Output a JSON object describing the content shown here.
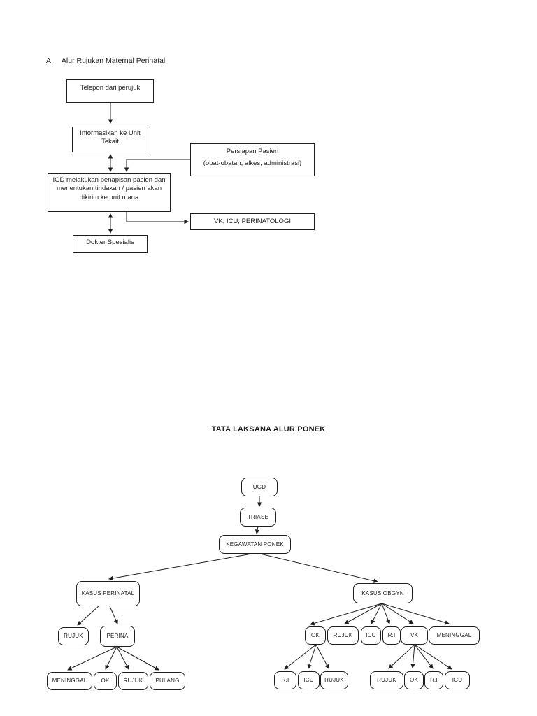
{
  "colors": {
    "page_background": "#ffffff",
    "line_and_border": "#1f1f1f",
    "text": "#1f1f1f"
  },
  "section": {
    "label": "A.",
    "title": "Alur Rujukan Maternal Perinatal"
  },
  "referral_flowchart": {
    "telepon": "Telepon dari perujuk",
    "informasikan_line1": "Informasikan ke Unit",
    "informasikan_line2": "Tekait",
    "persiapan_line1": "Persiapan Pasien",
    "persiapan_line2": "(obat-obatan, alkes, administrasi)",
    "igd_line1": "IGD melakukan penapisan pasien dan",
    "igd_line2": "menentukan tindakan / pasien akan",
    "igd_line3": "dikirim ke unit mana",
    "vk_icu": "VK, ICU, PERINATOLOGI",
    "dokter": "Dokter Spesialis"
  },
  "ponek_tree": {
    "title": "TATA LAKSANA ALUR PONEK",
    "ugd": "UGD",
    "triase": "TRIASE",
    "kegawatan": "KEGAWATAN PONEK",
    "kasus_perinatal": "KASUS PERINATAL",
    "perinatal_children": [
      "RUJUK",
      "PERINA"
    ],
    "perina_children": [
      "MENINGGAL",
      "OK",
      "RUJUK",
      "PULANG"
    ],
    "kasus_obgyn": "KASUS OBGYN",
    "obgyn_children": [
      "OK",
      "RUJUK",
      "ICU",
      "R.I",
      "VK",
      "MENINGGAL"
    ],
    "ok_children": [
      "R.I",
      "ICU",
      "RUJUK"
    ],
    "vk_children": [
      "RUJUK",
      "OK",
      "R.I",
      "ICU"
    ]
  }
}
